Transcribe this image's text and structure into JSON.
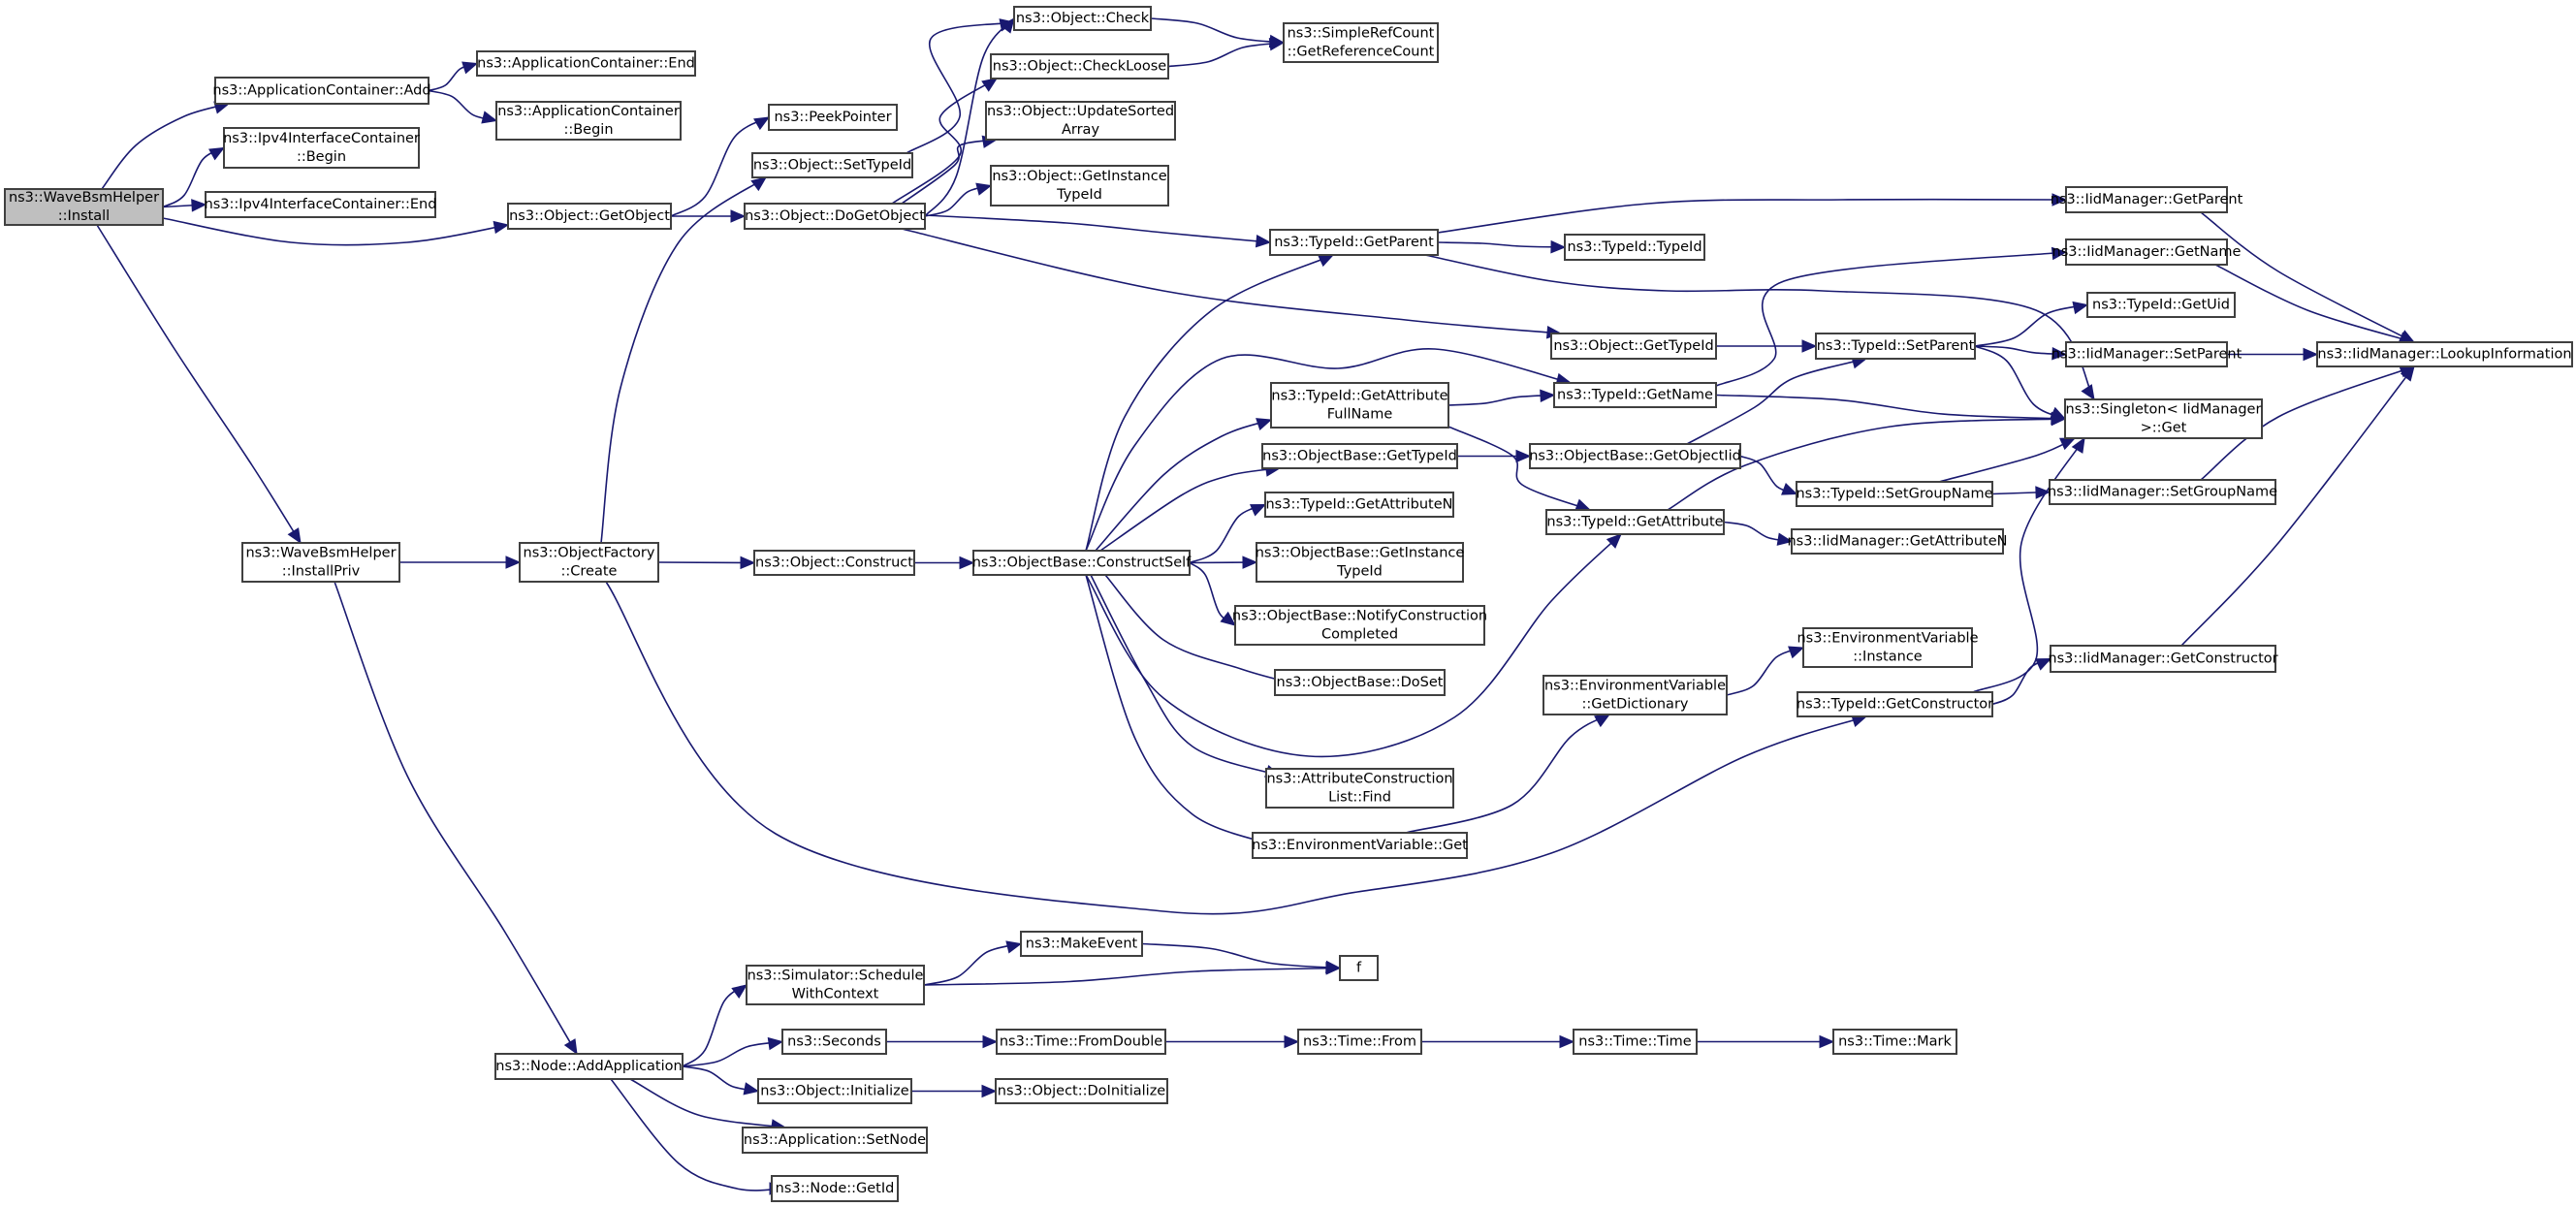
{
  "title": "ns3::WaveBsmHelper::Install call graph",
  "colors": {
    "edge": "#191970",
    "node_border": "#404040",
    "root_fill": "#bfbfbf",
    "node_fill": "#ffffff"
  },
  "nodes": [
    {
      "id": "install",
      "lines": [
        "ns3::WaveBsmHelper",
        "::Install"
      ],
      "root": true
    },
    {
      "id": "appAdd",
      "lines": [
        "ns3::ApplicationContainer::Add"
      ]
    },
    {
      "id": "appEnd",
      "lines": [
        "ns3::ApplicationContainer::End"
      ]
    },
    {
      "id": "appBegin",
      "lines": [
        "ns3::ApplicationContainer",
        "::Begin"
      ]
    },
    {
      "id": "ipv4Begin",
      "lines": [
        "ns3::Ipv4InterfaceContainer",
        "::Begin"
      ]
    },
    {
      "id": "ipv4End",
      "lines": [
        "ns3::Ipv4InterfaceContainer::End"
      ]
    },
    {
      "id": "getObject",
      "lines": [
        "ns3::Object::GetObject"
      ]
    },
    {
      "id": "peekPointer",
      "lines": [
        "ns3::PeekPointer"
      ]
    },
    {
      "id": "setTypeId",
      "lines": [
        "ns3::Object::SetTypeId"
      ]
    },
    {
      "id": "doGetObject",
      "lines": [
        "ns3::Object::DoGetObject"
      ]
    },
    {
      "id": "check",
      "lines": [
        "ns3::Object::Check"
      ]
    },
    {
      "id": "checkLoose",
      "lines": [
        "ns3::Object::CheckLoose"
      ]
    },
    {
      "id": "updateSorted",
      "lines": [
        "ns3::Object::UpdateSorted",
        "Array"
      ]
    },
    {
      "id": "objGetInstTypeId",
      "lines": [
        "ns3::Object::GetInstance",
        "TypeId"
      ]
    },
    {
      "id": "refCount",
      "lines": [
        "ns3::SimpleRefCount",
        "::GetReferenceCount"
      ]
    },
    {
      "id": "tidGetParent",
      "lines": [
        "ns3::TypeId::GetParent"
      ]
    },
    {
      "id": "tidTypeId",
      "lines": [
        "ns3::TypeId::TypeId"
      ]
    },
    {
      "id": "iidGetParent",
      "lines": [
        "ns3::IidManager::GetParent"
      ]
    },
    {
      "id": "iidGetName",
      "lines": [
        "ns3::IidManager::GetName"
      ]
    },
    {
      "id": "tidGetUid",
      "lines": [
        "ns3::TypeId::GetUid"
      ]
    },
    {
      "id": "iidSetParent",
      "lines": [
        "ns3::IidManager::SetParent"
      ]
    },
    {
      "id": "lookup",
      "lines": [
        "ns3::IidManager::LookupInformation"
      ]
    },
    {
      "id": "objGetTypeId",
      "lines": [
        "ns3::Object::GetTypeId"
      ]
    },
    {
      "id": "tidSetParent",
      "lines": [
        "ns3::TypeId::SetParent"
      ]
    },
    {
      "id": "singleton",
      "lines": [
        "ns3::Singleton< IidManager",
        ">::Get"
      ]
    },
    {
      "id": "tidGetName",
      "lines": [
        "ns3::TypeId::GetName"
      ]
    },
    {
      "id": "getObjectIid",
      "lines": [
        "ns3::ObjectBase::GetObjectIid"
      ]
    },
    {
      "id": "tidSetGroupName",
      "lines": [
        "ns3::TypeId::SetGroupName"
      ]
    },
    {
      "id": "iidSetGroupName",
      "lines": [
        "ns3::IidManager::SetGroupName"
      ]
    },
    {
      "id": "tidGetAttribute",
      "lines": [
        "ns3::TypeId::GetAttribute"
      ]
    },
    {
      "id": "iidGetAttributeN",
      "lines": [
        "ns3::IidManager::GetAttributeN"
      ]
    },
    {
      "id": "tidGetAttrFullName",
      "lines": [
        "ns3::TypeId::GetAttribute",
        "FullName"
      ]
    },
    {
      "id": "obGetTypeId",
      "lines": [
        "ns3::ObjectBase::GetTypeId"
      ]
    },
    {
      "id": "tidGetAttributeN",
      "lines": [
        "ns3::TypeId::GetAttributeN"
      ]
    },
    {
      "id": "obGetInstTypeId",
      "lines": [
        "ns3::ObjectBase::GetInstance",
        "TypeId"
      ]
    },
    {
      "id": "notifyCC",
      "lines": [
        "ns3::ObjectBase::NotifyConstruction",
        "Completed"
      ]
    },
    {
      "id": "doSet",
      "lines": [
        "ns3::ObjectBase::DoSet"
      ]
    },
    {
      "id": "aclFind",
      "lines": [
        "ns3::AttributeConstruction",
        "List::Find"
      ]
    },
    {
      "id": "envGet",
      "lines": [
        "ns3::EnvironmentVariable::Get"
      ]
    },
    {
      "id": "envGetDict",
      "lines": [
        "ns3::EnvironmentVariable",
        "::GetDictionary"
      ]
    },
    {
      "id": "envInstance",
      "lines": [
        "ns3::EnvironmentVariable",
        "::Instance"
      ]
    },
    {
      "id": "tidGetConstructor",
      "lines": [
        "ns3::TypeId::GetConstructor"
      ]
    },
    {
      "id": "iidGetConstructor",
      "lines": [
        "ns3::IidManager::GetConstructor"
      ]
    },
    {
      "id": "constructSelf",
      "lines": [
        "ns3::ObjectBase::ConstructSelf"
      ]
    },
    {
      "id": "construct",
      "lines": [
        "ns3::Object::Construct"
      ]
    },
    {
      "id": "factoryCreate",
      "lines": [
        "ns3::ObjectFactory",
        "::Create"
      ]
    },
    {
      "id": "installPriv",
      "lines": [
        "ns3::WaveBsmHelper",
        "::InstallPriv"
      ]
    },
    {
      "id": "addApp",
      "lines": [
        "ns3::Node::AddApplication"
      ]
    },
    {
      "id": "schedule",
      "lines": [
        "ns3::Simulator::Schedule",
        "WithContext"
      ]
    },
    {
      "id": "makeEvent",
      "lines": [
        "ns3::MakeEvent"
      ]
    },
    {
      "id": "f",
      "lines": [
        "f"
      ]
    },
    {
      "id": "seconds",
      "lines": [
        "ns3::Seconds"
      ]
    },
    {
      "id": "fromDouble",
      "lines": [
        "ns3::Time::FromDouble"
      ]
    },
    {
      "id": "timeFrom",
      "lines": [
        "ns3::Time::From"
      ]
    },
    {
      "id": "timeTime",
      "lines": [
        "ns3::Time::Time"
      ]
    },
    {
      "id": "timeMark",
      "lines": [
        "ns3::Time::Mark"
      ]
    },
    {
      "id": "initialize",
      "lines": [
        "ns3::Object::Initialize"
      ]
    },
    {
      "id": "doInitialize",
      "lines": [
        "ns3::Object::DoInitialize"
      ]
    },
    {
      "id": "setNode",
      "lines": [
        "ns3::Application::SetNode"
      ]
    },
    {
      "id": "getId",
      "lines": [
        "ns3::Node::GetId"
      ]
    }
  ],
  "edges": [
    [
      "install",
      "appAdd"
    ],
    [
      "install",
      "ipv4Begin"
    ],
    [
      "install",
      "ipv4End"
    ],
    [
      "install",
      "getObject"
    ],
    [
      "install",
      "installPriv"
    ],
    [
      "appAdd",
      "appEnd"
    ],
    [
      "appAdd",
      "appBegin"
    ],
    [
      "getObject",
      "peekPointer"
    ],
    [
      "getObject",
      "doGetObject"
    ],
    [
      "doGetObject",
      "check"
    ],
    [
      "doGetObject",
      "checkLoose"
    ],
    [
      "doGetObject",
      "updateSorted"
    ],
    [
      "doGetObject",
      "objGetInstTypeId"
    ],
    [
      "doGetObject",
      "tidGetParent"
    ],
    [
      "doGetObject",
      "objGetTypeId"
    ],
    [
      "check",
      "refCount"
    ],
    [
      "checkLoose",
      "refCount"
    ],
    [
      "setTypeId",
      "check"
    ],
    [
      "factoryCreate",
      "setTypeId"
    ],
    [
      "installPriv",
      "factoryCreate"
    ],
    [
      "installPriv",
      "addApp"
    ],
    [
      "factoryCreate",
      "construct"
    ],
    [
      "factoryCreate",
      "tidGetConstructor"
    ],
    [
      "construct",
      "constructSelf"
    ],
    [
      "constructSelf",
      "tidGetParent"
    ],
    [
      "constructSelf",
      "tidGetName"
    ],
    [
      "constructSelf",
      "tidGetAttrFullName"
    ],
    [
      "constructSelf",
      "obGetTypeId"
    ],
    [
      "constructSelf",
      "tidGetAttributeN"
    ],
    [
      "constructSelf",
      "obGetInstTypeId"
    ],
    [
      "constructSelf",
      "notifyCC"
    ],
    [
      "constructSelf",
      "doSet"
    ],
    [
      "constructSelf",
      "tidGetAttribute"
    ],
    [
      "constructSelf",
      "aclFind"
    ],
    [
      "constructSelf",
      "envGet"
    ],
    [
      "tidGetParent",
      "tidTypeId"
    ],
    [
      "tidGetParent",
      "iidGetParent"
    ],
    [
      "tidGetParent",
      "singleton"
    ],
    [
      "objGetTypeId",
      "tidSetParent"
    ],
    [
      "tidSetParent",
      "tidGetUid"
    ],
    [
      "tidSetParent",
      "iidSetParent"
    ],
    [
      "tidSetParent",
      "singleton"
    ],
    [
      "tidGetName",
      "iidGetName"
    ],
    [
      "tidGetName",
      "singleton"
    ],
    [
      "tidGetAttrFullName",
      "tidGetName"
    ],
    [
      "tidGetAttrFullName",
      "tidGetAttribute"
    ],
    [
      "obGetTypeId",
      "getObjectIid"
    ],
    [
      "getObjectIid",
      "tidSetParent"
    ],
    [
      "getObjectIid",
      "tidSetGroupName"
    ],
    [
      "tidSetGroupName",
      "iidSetGroupName"
    ],
    [
      "tidSetGroupName",
      "singleton"
    ],
    [
      "tidGetAttribute",
      "iidGetAttributeN"
    ],
    [
      "tidGetAttribute",
      "singleton"
    ],
    [
      "iidGetParent",
      "lookup"
    ],
    [
      "iidGetName",
      "lookup"
    ],
    [
      "iidSetParent",
      "lookup"
    ],
    [
      "iidSetGroupName",
      "lookup"
    ],
    [
      "iidGetConstructor",
      "lookup"
    ],
    [
      "tidGetConstructor",
      "iidGetConstructor"
    ],
    [
      "tidGetConstructor",
      "singleton"
    ],
    [
      "envGet",
      "envGetDict"
    ],
    [
      "envGetDict",
      "envInstance"
    ],
    [
      "addApp",
      "schedule"
    ],
    [
      "addApp",
      "seconds"
    ],
    [
      "addApp",
      "initialize"
    ],
    [
      "addApp",
      "setNode"
    ],
    [
      "addApp",
      "getId"
    ],
    [
      "schedule",
      "makeEvent"
    ],
    [
      "schedule",
      "f"
    ],
    [
      "makeEvent",
      "f"
    ],
    [
      "seconds",
      "fromDouble"
    ],
    [
      "fromDouble",
      "timeFrom"
    ],
    [
      "timeFrom",
      "timeTime"
    ],
    [
      "timeTime",
      "timeMark"
    ],
    [
      "initialize",
      "doInitialize"
    ]
  ]
}
